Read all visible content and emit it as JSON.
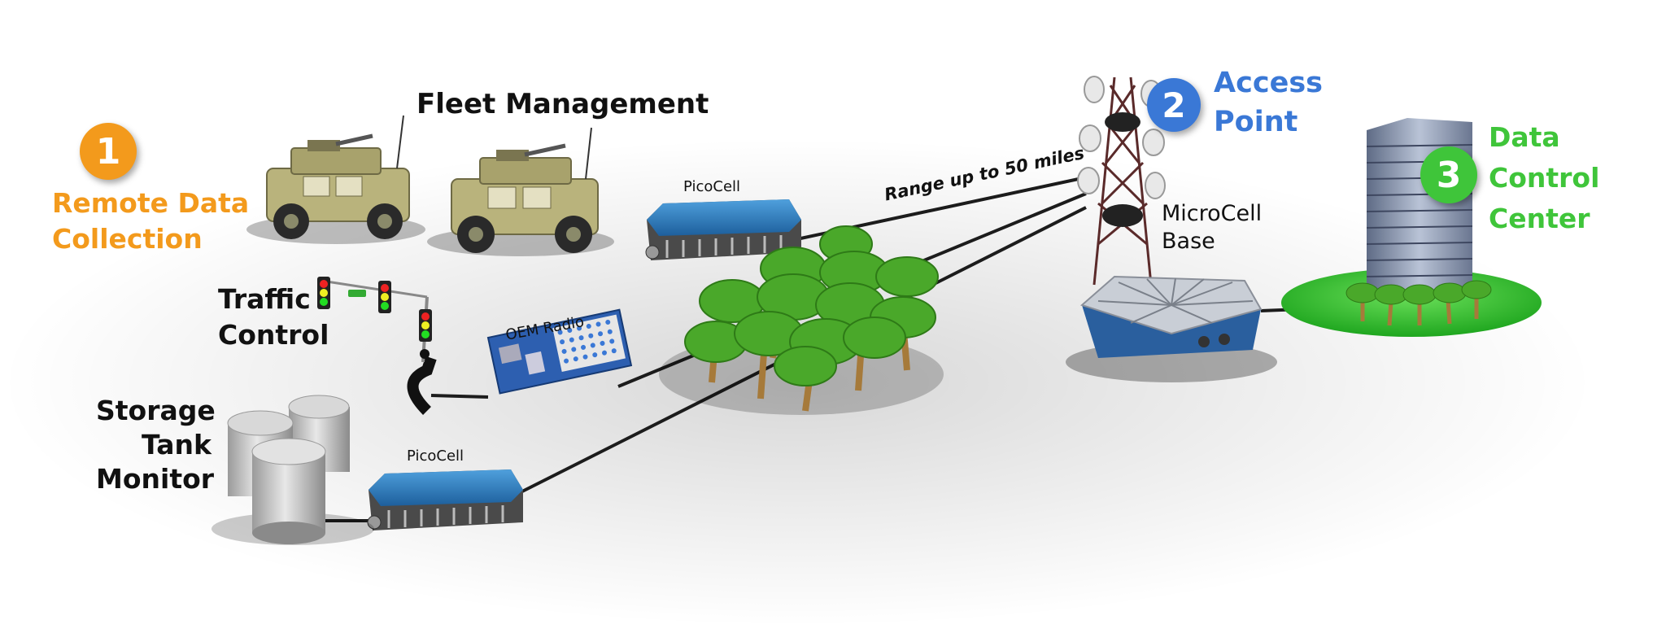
{
  "steps": [
    {
      "number": "1",
      "title_line1": "Remote Data",
      "title_line2": "Collection",
      "color": "#f39a1c"
    },
    {
      "number": "2",
      "title_line1": "Access",
      "title_line2": "Point",
      "color": "#3a78d6"
    },
    {
      "number": "3",
      "title_line1": "Data",
      "title_line2": "Control",
      "title_line3": "Center",
      "color": "#3fc53a"
    }
  ],
  "labels": {
    "fleet_management": "Fleet Management",
    "traffic_line1": "Traffic",
    "traffic_line2": "Control",
    "storage_line1": "Storage",
    "storage_line2": "Tank",
    "storage_line3": "Monitor",
    "picocell_top": "PicoCell",
    "picocell_bottom": "PicoCell",
    "oem_radio": "OEM Radio",
    "range": "Range up to 50 miles",
    "microcell_line1": "MicroCell",
    "microcell_line2": "Base"
  },
  "icons": [
    "humvee-icon",
    "picocell-icon",
    "traffic-light-icon",
    "oem-radio-icon",
    "storage-tank-icon",
    "tree-icon",
    "cell-tower-icon",
    "microcell-base-icon",
    "office-building-icon"
  ]
}
